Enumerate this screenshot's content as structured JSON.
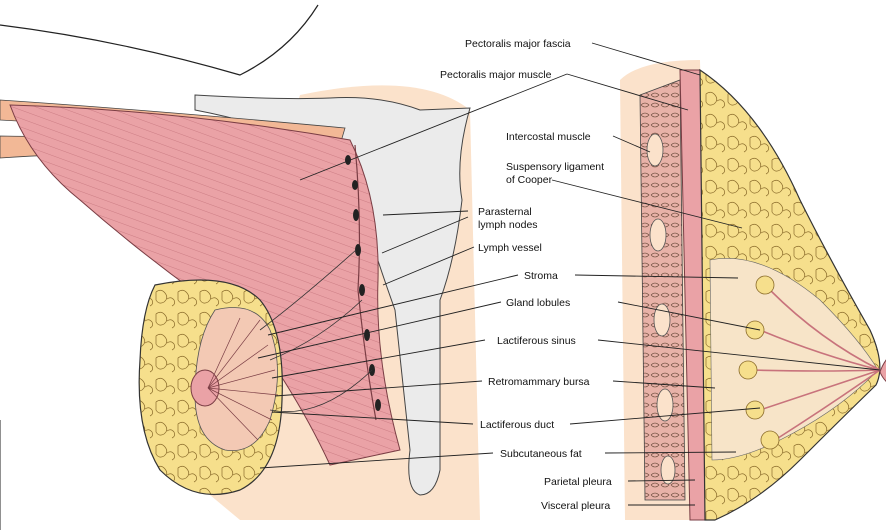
{
  "labels": {
    "pectoralis_major_fascia": "Pectoralis major fascia",
    "pectoralis_major_muscle": "Pectoralis major muscle",
    "intercostal_muscle": "Intercostal muscle",
    "suspensory_ligament_line1": "Suspensory ligament",
    "suspensory_ligament_line2": "of Cooper",
    "parasternal_line1": "Parasternal",
    "parasternal_line2": "lymph nodes",
    "lymph_vessel": "Lymph vessel",
    "stroma": "Stroma",
    "gland_lobules": "Gland lobules",
    "lactiferous_sinus": "Lactiferous sinus",
    "retromammary_bursa": "Retromammary bursa",
    "lactiferous_duct": "Lactiferous duct",
    "subcutaneous_fat": "Subcutaneous fat",
    "parietal_pleura": "Parietal pleura",
    "visceral_pleura": "Visceral pleura"
  },
  "colors": {
    "muscle": "#eaa2a6",
    "muscle_dark": "#c8737c",
    "fat": "#f6df8c",
    "skin": "#fbe2cb",
    "bone": "#ebebeb",
    "duct": "#d9828f",
    "line": "#222222"
  }
}
